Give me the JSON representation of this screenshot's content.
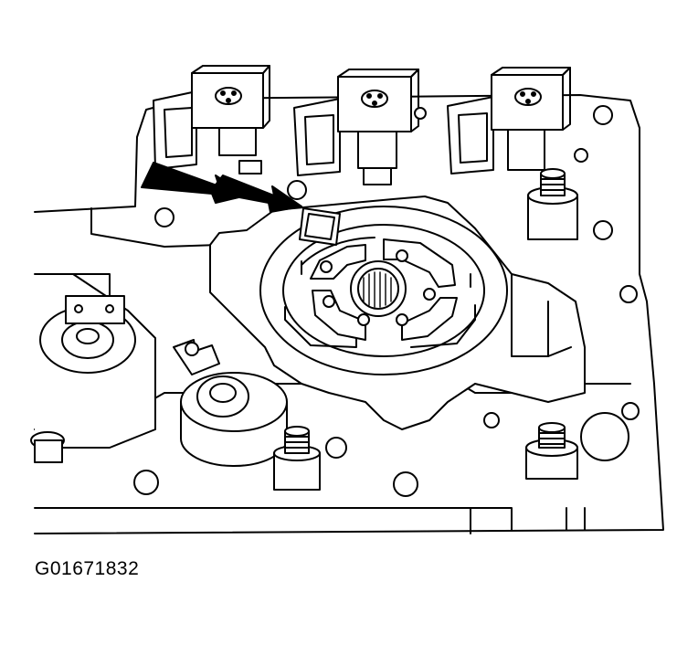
{
  "figure": {
    "id_label": "G01671832"
  },
  "colors": {
    "line": "#000000",
    "background": "#ffffff",
    "arrow": "#000000"
  },
  "parts": [
    "solenoid",
    "servo-cover",
    "filter-screen",
    "valve-body",
    "bolt",
    "accumulator-piston"
  ]
}
